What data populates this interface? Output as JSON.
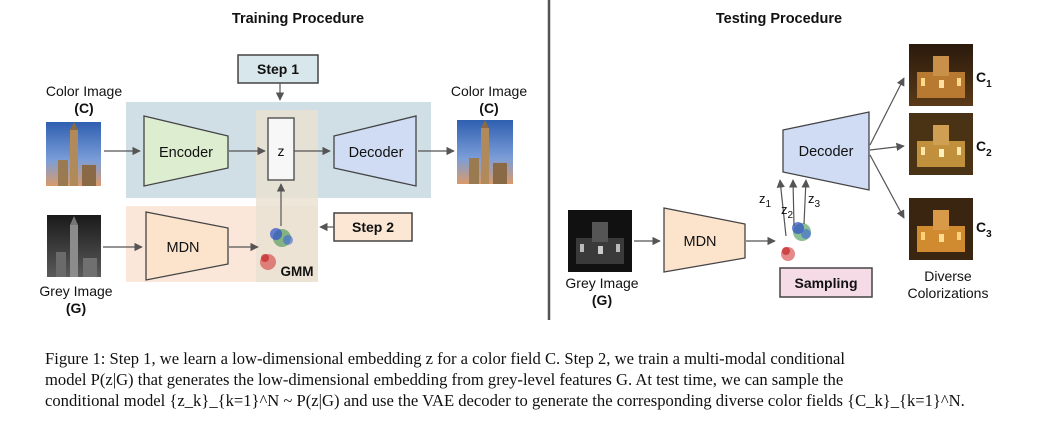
{
  "training": {
    "title": "Training Procedure",
    "step1": "Step 1",
    "step2": "Step 2",
    "encoder": "Encoder",
    "z": "z",
    "decoder": "Decoder",
    "mdn": "MDN",
    "gmm": "GMM",
    "color_in_line1": "Color Image",
    "color_in_line2": "(C)",
    "color_out_line1": "Color Image",
    "color_out_line2": "(C)",
    "grey_line1": "Grey Image",
    "grey_line2": "(G)"
  },
  "testing": {
    "title": "Testing Procedure",
    "decoder": "Decoder",
    "mdn": "MDN",
    "sampling": "Sampling",
    "z1": "z1",
    "z2": "z2",
    "z3": "z3",
    "c1": "C1",
    "c2": "C2",
    "c3": "C3",
    "grey_line1": "Grey Image",
    "grey_line2": "(G)",
    "diverse_line1": "Diverse",
    "diverse_line2": "Colorizations"
  },
  "caption": {
    "line1": "Figure 1: Step 1, we learn a low-dimensional embedding z for a color field C. Step 2, we train a multi-modal conditional",
    "line2": "model P(z|G) that generates the low-dimensional embedding from grey-level features G. At test time, we can sample the",
    "line3": "conditional model {z_k}_{k=1}^N ~ P(z|G) and use the VAE decoder to generate the corresponding diverse color fields {C_k}_{k=1}^N."
  }
}
